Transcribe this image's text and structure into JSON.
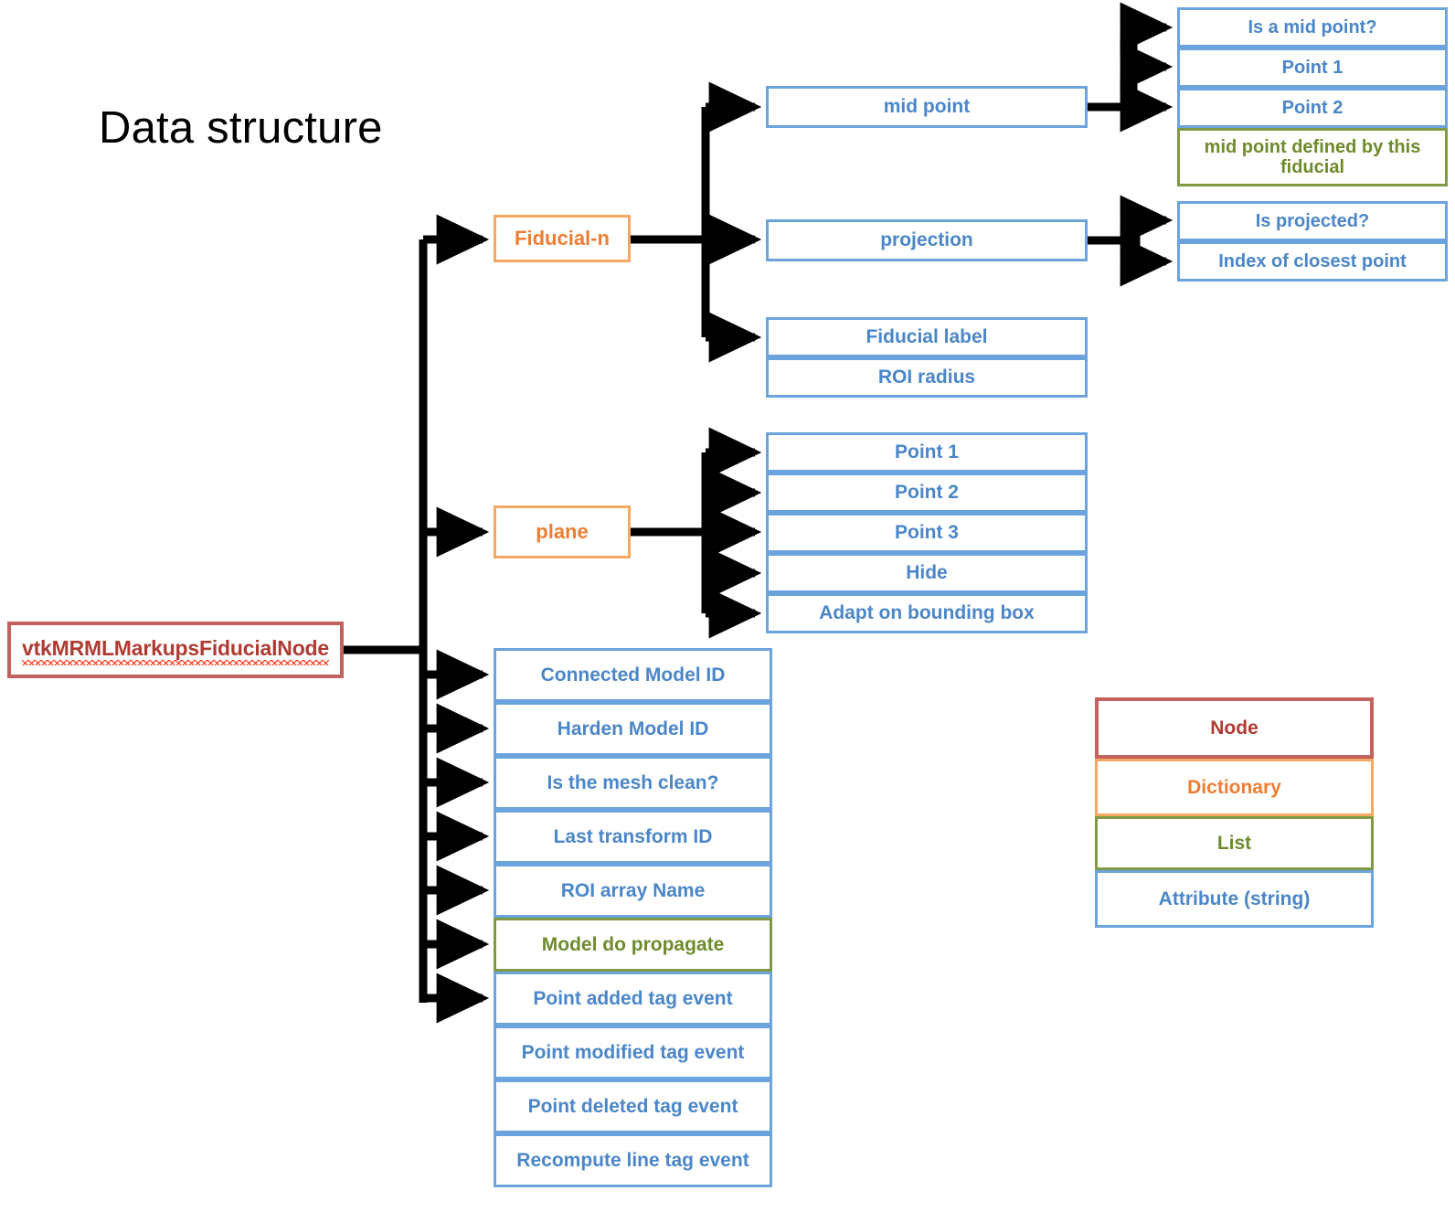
{
  "title": "Data structure",
  "colors": {
    "node": "#c5615c",
    "node_text": "#b03a32",
    "dictionary": "#f4a862",
    "dictionary_text": "#ed7d31",
    "list": "#7f9a45",
    "list_text": "#6e8b2b",
    "attribute": "#6ba3dc",
    "attribute_text": "#4a86c8",
    "connector": "#000000",
    "background": "#ffffff"
  },
  "root": {
    "label": "vtkMRMLMarkupsFiducialNode",
    "type": "Node"
  },
  "branches": {
    "fiducial": {
      "label": "Fiducial-n",
      "type": "Dictionary",
      "children": [
        {
          "label": "mid point",
          "type": "Attribute (string)",
          "children": [
            {
              "label": "Is a mid point?",
              "type": "Attribute (string)"
            },
            {
              "label": "Point 1",
              "type": "Attribute (string)"
            },
            {
              "label": "Point 2",
              "type": "Attribute (string)"
            },
            {
              "label": "mid point defined by this fiducial",
              "type": "List"
            }
          ]
        },
        {
          "label": "projection",
          "type": "Attribute (string)",
          "children": [
            {
              "label": "Is projected?",
              "type": "Attribute (string)"
            },
            {
              "label": "Index of closest point",
              "type": "Attribute (string)"
            }
          ]
        },
        {
          "label": "Fiducial label",
          "type": "Attribute (string)"
        },
        {
          "label": "ROI radius",
          "type": "Attribute (string)"
        }
      ]
    },
    "plane": {
      "label": "plane",
      "type": "Dictionary",
      "children": [
        {
          "label": "Point 1",
          "type": "Attribute (string)"
        },
        {
          "label": "Point 2",
          "type": "Attribute (string)"
        },
        {
          "label": "Point 3",
          "type": "Attribute (string)"
        },
        {
          "label": "Hide",
          "type": "Attribute (string)"
        },
        {
          "label": "Adapt on bounding box",
          "type": "Attribute (string)"
        }
      ]
    },
    "attributes": [
      {
        "label": "Connected Model ID",
        "type": "Attribute (string)"
      },
      {
        "label": "Harden Model ID",
        "type": "Attribute (string)"
      },
      {
        "label": "Is the mesh clean?",
        "type": "Attribute (string)"
      },
      {
        "label": "Last transform ID",
        "type": "Attribute (string)"
      },
      {
        "label": "ROI array Name",
        "type": "Attribute (string)"
      },
      {
        "label": "Model do propagate",
        "type": "List"
      },
      {
        "label": "Point added tag event",
        "type": "Attribute (string)"
      },
      {
        "label": "Point modified tag event",
        "type": "Attribute (string)"
      },
      {
        "label": "Point deleted tag event",
        "type": "Attribute (string)"
      },
      {
        "label": "Recompute line tag event",
        "type": "Attribute (string)"
      }
    ]
  },
  "legend": [
    {
      "label": "Node",
      "type": "Node"
    },
    {
      "label": "Dictionary",
      "type": "Dictionary"
    },
    {
      "label": "List",
      "type": "List"
    },
    {
      "label": "Attribute (string)",
      "type": "Attribute (string)"
    }
  ]
}
